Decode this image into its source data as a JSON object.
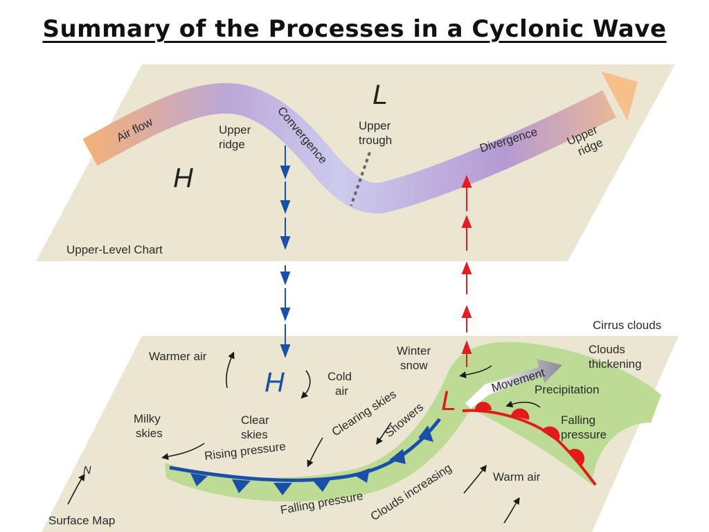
{
  "title": "Summary of the Processes in a Cyclonic Wave",
  "upper": {
    "chart_label": "Upper-Level Chart",
    "air_flow": "Air flow",
    "ridge_left": [
      "Upper",
      "ridge"
    ],
    "convergence": "Convergence",
    "trough": [
      "Upper",
      "trough"
    ],
    "divergence": "Divergence",
    "ridge_right": [
      "Upper",
      "ridge"
    ],
    "low_symbol": "L",
    "high_symbol": "H"
  },
  "surface": {
    "map_label": "Surface Map",
    "north": "N",
    "cirrus": "Cirrus clouds",
    "warmer_air": "Warmer air",
    "high_symbol": "H",
    "low_symbol": "L",
    "cold_air": [
      "Cold",
      "air"
    ],
    "winter_snow": [
      "Winter",
      "snow"
    ],
    "clouds_thickening": [
      "Clouds",
      "thickening"
    ],
    "movement": "Movement",
    "precipitation": "Precipitation",
    "falling_pressure_right": [
      "Falling",
      "pressure"
    ],
    "milky_skies": [
      "Milky",
      "skies"
    ],
    "clear_skies": [
      "Clear",
      "skies"
    ],
    "rising_pressure": "Rising pressure",
    "clearing_skies": "Clearing skies",
    "showers": "Showers",
    "falling_pressure_bottom": "Falling pressure",
    "clouds_increasing": "Clouds increasing",
    "warm_air": "Warm air"
  },
  "colors": {
    "plane": "#ebe6d2",
    "flow_start": "#f2b07a",
    "flow_mid": "#c9c4ea",
    "flow_end": "#f7c08e",
    "green_zone": "#bddb94",
    "cold_front": "#1a4fa8",
    "warm_front": "#e11b1b",
    "sinking_arrow": "#1a4fa8",
    "rising_arrow": "#e02020"
  }
}
